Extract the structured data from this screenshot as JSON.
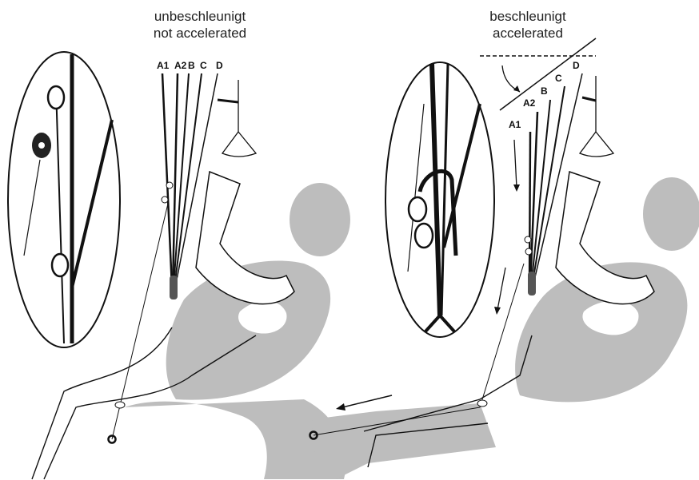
{
  "left_panel": {
    "title_de": "unbeschleunigt",
    "title_en": "not accelerated",
    "riser_labels": [
      "A1",
      "A2",
      "B",
      "C",
      "D"
    ]
  },
  "right_panel": {
    "title_de": "beschleunigt",
    "title_en": "accelerated",
    "riser_labels": [
      "A1",
      "A2",
      "B",
      "C",
      "D"
    ]
  },
  "colors": {
    "line": "#111111",
    "pilot_grey": "#bdbdbd",
    "background": "#ffffff"
  }
}
